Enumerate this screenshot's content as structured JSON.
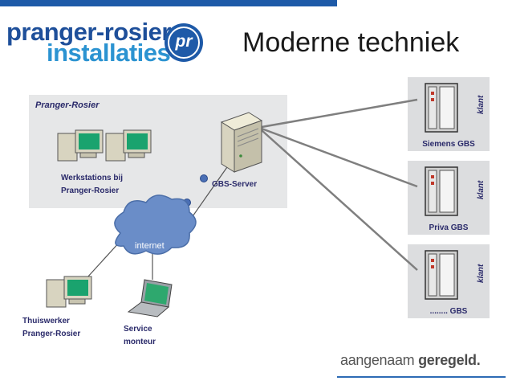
{
  "logo": {
    "line1": "pranger-rosier",
    "line2": "installaties",
    "badge": "pr"
  },
  "title": "Moderne techniek",
  "panel": {
    "label": "Pranger-Rosier"
  },
  "labels": {
    "workstations": [
      "Werkstations bij",
      "Pranger-Rosier"
    ],
    "server": "GBS-Server",
    "internet": "internet",
    "home": [
      "Thuiswerker",
      "Pranger-Rosier"
    ],
    "service": [
      "Service",
      "monteur"
    ]
  },
  "clients": [
    {
      "name": "Siemens GBS",
      "tag": "klant"
    },
    {
      "name": "Priva GBS",
      "tag": "klant"
    },
    {
      "name": "........ GBS",
      "tag": "klant"
    }
  ],
  "brand": {
    "plain": "aangenaam",
    "bold": "geregeld."
  },
  "colors": {
    "accent": "#1e5aa8",
    "panel": "#e6e7e8",
    "cloud": "#6a8dc8",
    "label": "#2a2a6a"
  }
}
